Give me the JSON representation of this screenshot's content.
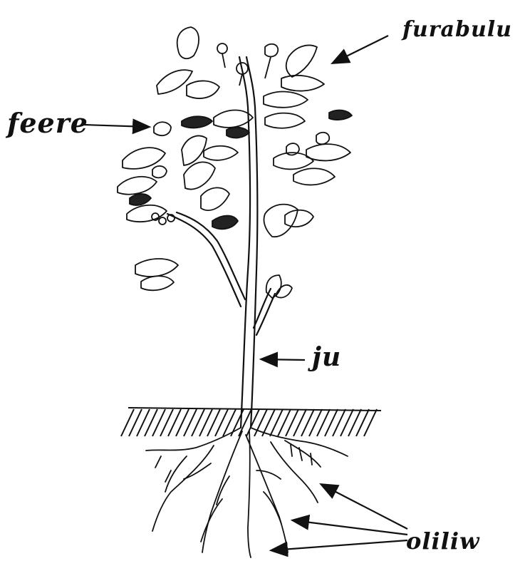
{
  "diagram": {
    "labels": {
      "furabulu": "furabulu",
      "feere": "feere",
      "ju": "ju",
      "oliliw": "oliliw"
    },
    "colors": {
      "ink": "#111111",
      "background": "#ffffff"
    }
  }
}
